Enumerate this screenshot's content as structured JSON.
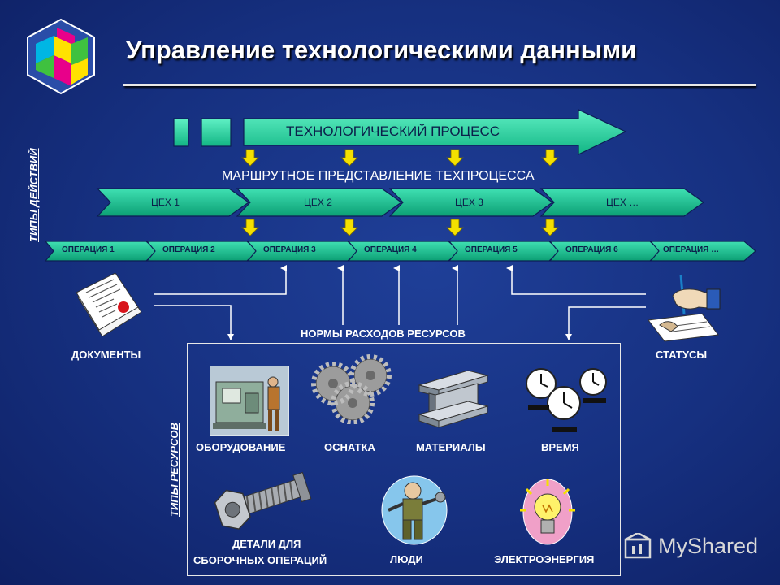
{
  "title": "Управление технологическими данными",
  "side_labels": {
    "actions": "ТИПЫ ДЕЙСТВИЙ",
    "resources": "ТИПЫ РЕСУРСОВ"
  },
  "process_label": "ТЕХНОЛОГИЧЕСКИЙ ПРОЦЕСС",
  "route_label": "МАРШРУТНОЕ ПРЕДСТАВЛЕНИЕ ТЕХПРОЦЕССА",
  "workshops": [
    "ЦЕХ 1",
    "ЦЕХ 2",
    "ЦЕХ 3",
    "ЦЕХ …"
  ],
  "operations": [
    "ОПЕРАЦИЯ 1",
    "ОПЕРАЦИЯ 2",
    "ОПЕРАЦИЯ 3",
    "ОПЕРАЦИЯ 4",
    "ОПЕРАЦИЯ 5",
    "ОПЕРАЦИЯ 6",
    "ОПЕРАЦИЯ …"
  ],
  "documents": "ДОКУМЕНТЫ",
  "statuses": "СТАТУСЫ",
  "norms": "НОРМЫ РАСХОДОВ РЕСУРСОВ",
  "resources": {
    "equipment": "ОБОРУДОВАНИЕ",
    "tooling": "ОСНАТКА",
    "materials": "МАТЕРИАЛЫ",
    "time": "ВРЕМЯ",
    "parts_line1": "ДЕТАЛИ ДЛЯ",
    "parts_line2": "СБОРОЧНЫХ ОПЕРАЦИЙ",
    "people": "ЛЮДИ",
    "energy": "ЭЛЕКТРОЭНЕРГИЯ"
  },
  "watermark": "MyShared",
  "colors": {
    "arrow_fill": "#1bcf9c",
    "marker_yellow": "#f4e000",
    "background": "#163080"
  }
}
